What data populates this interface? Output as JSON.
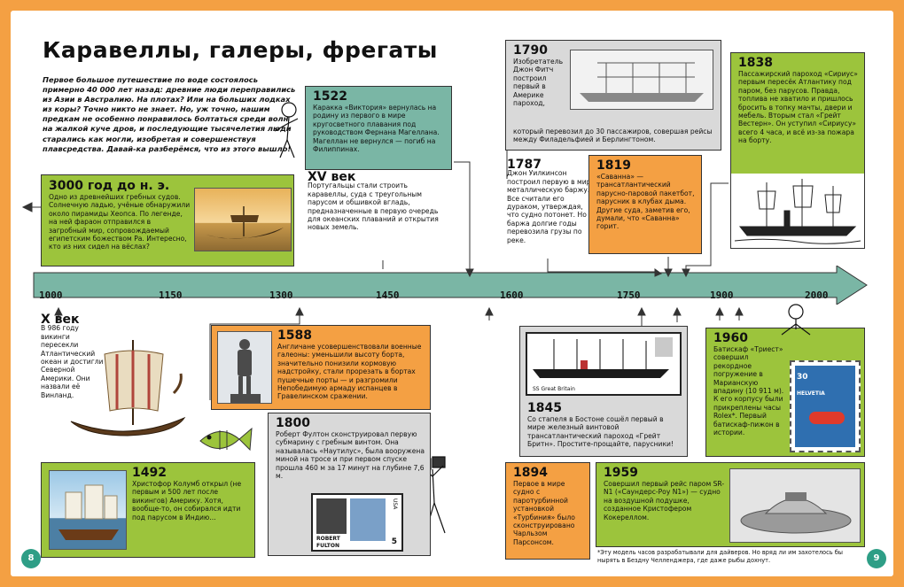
{
  "title": "Каравеллы, галеры, фрегаты",
  "intro": "Первое большое путешествие по воде состоялось примерно 40 000 лет назад: древние люди переправились из Азии в Австралию. На плотах? Или на больших лодках из коры? Точно никто не знает. Но, уж точно, нашим предкам не особенно понравилось болтаться среди волн на жалкой куче дров, и последующие тысячелетия люди старались как могли, изобретая и совершенствуя плавсредства. Давай-ка разберёмся, что из этого вышло!",
  "timeline": {
    "ticks": [
      "1000",
      "1150",
      "1300",
      "1450",
      "1600",
      "1750",
      "1900",
      "2000"
    ]
  },
  "events": {
    "e3000": {
      "year": "3000 год до н. э.",
      "text": "Одно из древнейших гребных судов. Солнечную ладью, учёные обнаружили около пирамиды Хеопса. По легенде, на ней фараон отправился в загробный мир, сопровождаемый египетским божеством Ра. Интересно, кто из них сидел на вёслах?"
    },
    "e1522": {
      "year": "1522",
      "text": "Каракка «Виктория» вернулась на родину из первого в мире кругосветного плавания под руководством Фернана Магеллана. Магеллан не вернулся — погиб на Филиппинах."
    },
    "e15": {
      "year": "XV век",
      "text": "Португальцы стали строить каравеллы, суда с треугольным парусом и обшивкой вгладь, предназначенные в первую очередь для океанских плаваний и открытия новых земель."
    },
    "e1790": {
      "year": "1790",
      "text1": "Изобретатель Джон Фитч построил первый в Америке пароход,",
      "text2": "который перевозил до 30 пассажиров, совершая рейсы между Филадельфией и Берлингтоном."
    },
    "e1838": {
      "year": "1838",
      "text": "Пассажирский пароход «Сириус» первым пересёк Атлантику под паром, без парусов. Правда, топлива не хватило и пришлось бросить в топку мачты, двери и мебель. Вторым стал «Грейт Вестерн». Он уступил «Сириусу» всего 4 часа, и всё из-за пожара на борту."
    },
    "e1787": {
      "year": "1787",
      "text": "Джон Уилкинсон построил первую в мире металлическую баржу. Все считали его дураком, утверждая, что судно потонет. Но баржа долгие годы перевозила грузы по реке."
    },
    "e1819": {
      "year": "1819",
      "text": "«Саванна» — трансатлантический парусно-паровой пакетбот, парусник в клубах дыма. Другие суда, заметив его, думали, что «Саванна» горит."
    },
    "e10": {
      "year": "X век",
      "text": "В 986 году викинги пересекли Атлантический океан и достигли Северной Америки. Они назвали её Винланд."
    },
    "e1588": {
      "year": "1588",
      "text": "Англичане усовершенствовали военные галеоны: уменьшили высоту борта, значительно понизили кормовую надстройку, стали прорезать в бортах пушечные порты — и разгромили Непобедимую армаду испанцев в Гравелинском сражении."
    },
    "e1845": {
      "year": "1845",
      "text": "Со стапеля в Бостоне сошёл первый в мире железный винтовой трансатлантический пароход «Грейт Бритн». Простите-прощайте, парусники!"
    },
    "e1960": {
      "year": "1960",
      "text": "Батискаф «Триест» совершил рекордное погружение в Марианскую впадину (10 911 м). К его корпусу были прикреплены часы Rolex*. Первый батискаф-пижон в истории."
    },
    "e1800": {
      "year": "1800",
      "text": "Роберт Фултон сконструировал первую субмарину с гребным винтом. Она называлась «Наутилус», была вооружена миной на тросе и при первом спуске прошла 460 м за 17 минут на глубине 7,6 м."
    },
    "e1492": {
      "year": "1492",
      "text": "Христофор Колумб открыл (не первым и 500 лет после викингов) Америку. Хотя, вообще-то, он собирался идти под парусом в Индию..."
    },
    "e1894": {
      "year": "1894",
      "text": "Первое в мире судно с паротурбинной установкой «Турбиния» было сконструировано Чарльзом Парсонсом."
    },
    "e1959": {
      "year": "1959",
      "text": "Совершил первый рейс паром SR-N1 («Саундерс-Роу N1») — судно на воздушной подушке, созданное Кристофером Кокереллом."
    }
  },
  "stamp": {
    "ss_label": "SS Great Britain",
    "fulton_line1": "ROBERT",
    "fulton_line2": "FULTON",
    "fulton_usa": "USA",
    "fulton_val": "5",
    "helvetia": "HELVETIA",
    "helvetia_val": "30"
  },
  "footnote": "*Эту модель часов разрабатывали для дайверов. Но вряд ли им захотелось бы нырять в Бездну Челленджера, где даже рыбы дохнут.",
  "pages": {
    "left": "8",
    "right": "9"
  },
  "colors": {
    "frame": "#f4a043",
    "green": "#9cc43c",
    "teal": "#7ab6a5",
    "arrow": "#7ab6a5",
    "orange": "#f4a043"
  }
}
